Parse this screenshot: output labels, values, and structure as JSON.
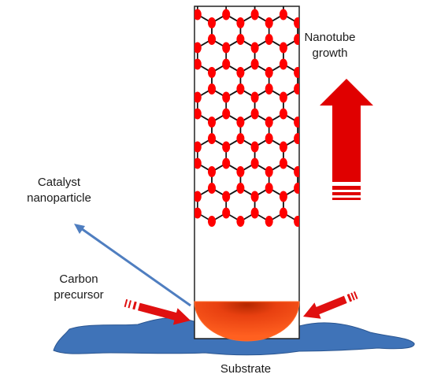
{
  "labels": {
    "nanotube_growth": [
      "Nanotube",
      "growth"
    ],
    "catalyst": [
      "Catalyst",
      "nanoparticle"
    ],
    "carbon": [
      "Carbon",
      "precursor"
    ],
    "substrate": "Substrate"
  },
  "colors": {
    "atom": "#ff0000",
    "bond": "#111111",
    "tube_border": "#222222",
    "growth_arrow": "#e00000",
    "precursor_arrow": "#e01010",
    "pointer_arrow": "#4f7ec0",
    "substrate": "#3f73b8",
    "catalyst_center": "#c83000",
    "catalyst_edge": "#ff5a1a"
  }
}
